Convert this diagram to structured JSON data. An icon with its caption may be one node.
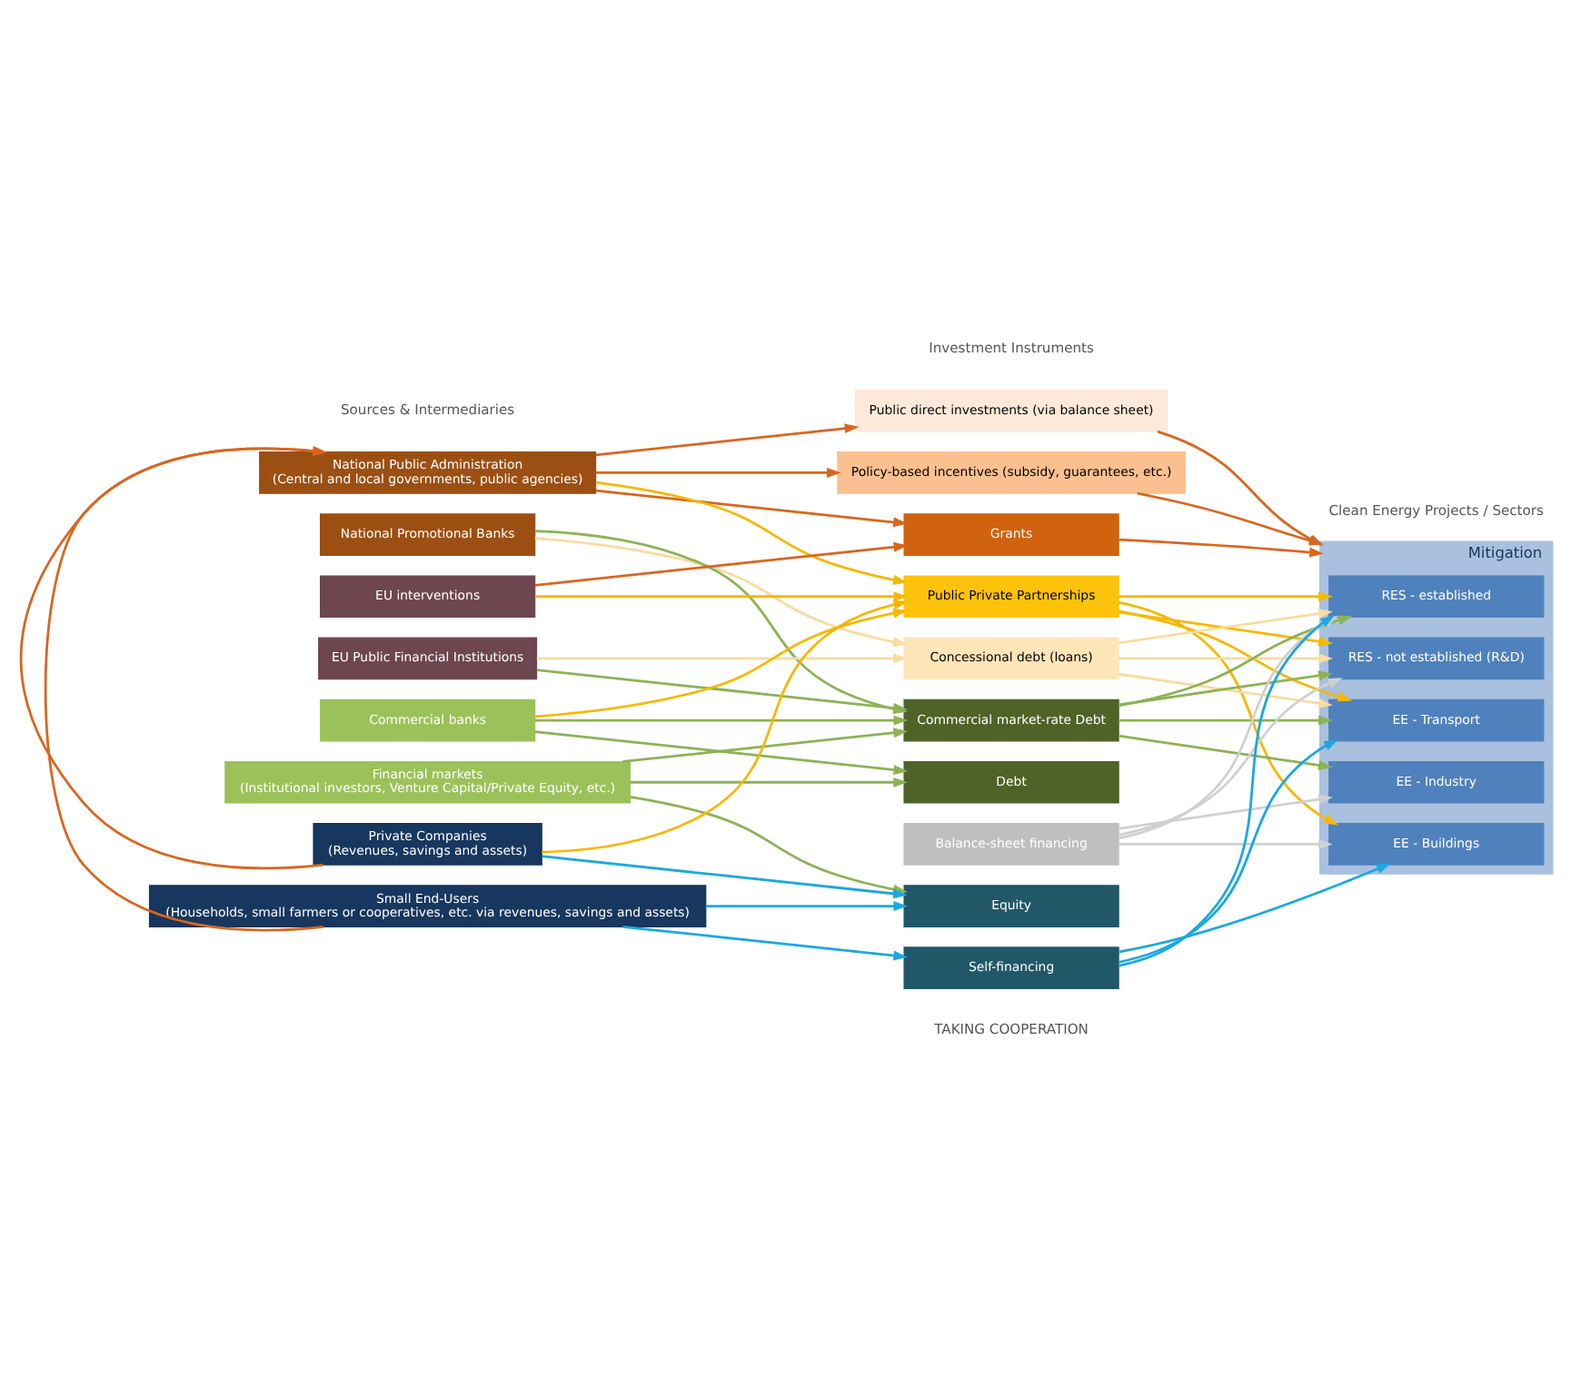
{
  "diagram": {
    "nodes": [
      {
        "text": [
          "National Public Administration",
          "(Central and local governments, public agencies)"
        ]
      },
      {
        "text": [
          "National Promotional Banks"
        ]
      },
      {
        "text": [
          "EU interventions"
        ]
      },
      {
        "text": [
          "EU Public Financial Institutions"
        ]
      },
      {
        "text": [
          "Commercial banks"
        ]
      },
      {
        "text": [
          "Financial markets",
          "(Institutional investors, Venture Capital/Private Equity, etc.)"
        ]
      },
      {
        "text": [
          "Private Companies",
          "(Revenues, savings and assets)"
        ]
      },
      {
        "text": [
          "Small End-Users",
          "(Households, small farmers or cooperatives, etc. via revenues, savings and assets)"
        ]
      },
      {
        "text": [
          "Public direct investments (via balance sheet)"
        ]
      },
      {
        "text": [
          "Policy-based incentives (subsidy, guarantees, etc.)"
        ]
      },
      {
        "text": [
          "Grants"
        ]
      },
      {
        "text": [
          "Public Private Partnerships"
        ]
      },
      {
        "text": [
          "Concessional debt (loans)"
        ]
      },
      {
        "text": [
          "Commercial market-rate Debt"
        ]
      },
      {
        "text": [
          "Debt"
        ]
      },
      {
        "text": [
          "Balance-sheet financing"
        ]
      },
      {
        "text": [
          "Equity"
        ]
      },
      {
        "text": [
          "Self-financing"
        ]
      },
      {
        "text": [
          "Mitigation"
        ]
      },
      {
        "text": [
          "RES - established"
        ],
        "in": 18
      },
      {
        "text": [
          "RES - not established (R&D)"
        ],
        "in": 18
      },
      {
        "text": [
          "EE - Industry"
        ],
        "in": 18
      },
      {
        "text": [
          "EE - Buildings"
        ],
        "in": 18
      },
      {
        "text": [
          "EE - Transport"
        ],
        "in": 18
      }
    ],
    "edges": [
      {
        "from": 0,
        "to": 8,
        "arrow": "to",
        "color": "#d9661f"
      },
      {
        "from": 0,
        "to": 9,
        "arrow": "to",
        "color": "#d9661f"
      },
      {
        "from": 0,
        "to": 10,
        "arrow": "to",
        "color": "#d9661f"
      },
      {
        "from": 0,
        "to": 11,
        "arrow": "to",
        "color": "#f5b800"
      },
      {
        "from": 6,
        "to": 0,
        "arrow": "to",
        "color": "#d9661f"
      },
      {
        "from": 7,
        "to": 0,
        "arrow": "to",
        "color": "#d9661f"
      },
      {
        "from": 1,
        "to": 12,
        "arrow": "to",
        "color": "#f8dca0"
      },
      {
        "from": 1,
        "to": 13,
        "arrow": "to"
      },
      {
        "from": 2,
        "to": 10,
        "arrow": "to",
        "color": "#d9661f"
      },
      {
        "from": 2,
        "to": 11,
        "arrow": "to",
        "color": "#f5b800"
      },
      {
        "from": 3,
        "to": 12,
        "arrow": "to",
        "color": "#f8dca0"
      },
      {
        "from": 3,
        "to": 13,
        "arrow": "to"
      },
      {
        "from": 4,
        "to": 11,
        "arrow": "to",
        "color": "#f5b800"
      },
      {
        "from": 4,
        "to": 13,
        "arrow": "to"
      },
      {
        "from": 4,
        "to": 14,
        "arrow": "to"
      },
      {
        "from": 5,
        "to": 13,
        "arrow": "to"
      },
      {
        "from": 5,
        "to": 14,
        "arrow": "to"
      },
      {
        "from": 5,
        "to": 16,
        "arrow": "to"
      },
      {
        "from": 6,
        "to": 11,
        "arrow": "to",
        "color": "#f5b800"
      },
      {
        "from": 6,
        "to": 16,
        "arrow": "to",
        "color": "#1ba8e0"
      },
      {
        "from": 7,
        "to": 16,
        "arrow": "to",
        "color": "#1ba8e0"
      },
      {
        "from": 7,
        "to": 17,
        "arrow": "to",
        "color": "#1ba8e0"
      },
      {
        "from": 8,
        "to": 18,
        "arrow": "to",
        "color": "#d9661f"
      },
      {
        "from": 9,
        "to": 18,
        "arrow": "to",
        "color": "#d9661f"
      },
      {
        "from": 10,
        "to": 18,
        "arrow": "to",
        "color": "#d9661f"
      },
      {
        "from": 11,
        "to": 19,
        "arrow": "to",
        "color": "#f5b800"
      },
      {
        "from": 11,
        "to": 20,
        "arrow": "to",
        "color": "#f5b800"
      },
      {
        "from": 11,
        "to": 22,
        "arrow": "to",
        "color": "#f5b800"
      },
      {
        "from": 11,
        "to": 23,
        "arrow": "to",
        "color": "#f5b800"
      },
      {
        "from": 12,
        "to": 19,
        "arrow": "to",
        "color": "#f8dca0"
      },
      {
        "from": 12,
        "to": 20,
        "arrow": "to",
        "color": "#f8dca0"
      },
      {
        "from": 12,
        "to": 23,
        "arrow": "to",
        "color": "#f8dca0"
      },
      {
        "from": 13,
        "to": 19,
        "arrow": "to"
      },
      {
        "from": 13,
        "to": 20,
        "arrow": "to"
      },
      {
        "from": 13,
        "to": 21,
        "arrow": "to"
      },
      {
        "from": 13,
        "to": 23,
        "arrow": "to"
      },
      {
        "from": 15,
        "to": 19,
        "arrow": "to",
        "color": "#d0d0d0"
      },
      {
        "from": 15,
        "to": 20,
        "arrow": "to",
        "color": "#d0d0d0"
      },
      {
        "from": 15,
        "to": 21,
        "arrow": "to",
        "color": "#d0d0d0"
      },
      {
        "from": 15,
        "to": 22,
        "arrow": "to",
        "color": "#d0d0d0"
      },
      {
        "from": 17,
        "to": 19,
        "arrow": "to",
        "color": "#1ba8e0"
      },
      {
        "from": 17,
        "to": 22,
        "arrow": "to",
        "color": "#1ba8e0"
      },
      {
        "from": 17,
        "to": 23,
        "arrow": "to",
        "color": "#1ba8e0"
      }
    ],
    "labels": [
      "Sources & Intermediaries",
      "Investment Instruments",
      "Clean Energy Projects / Sectors",
      "TAKING COOPERATION"
    ]
  }
}
